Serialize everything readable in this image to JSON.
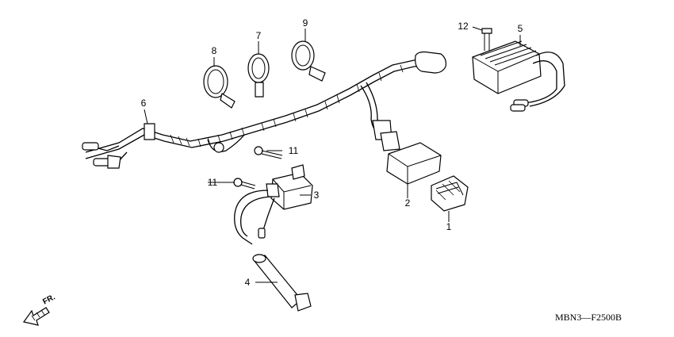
{
  "diagram": {
    "code": "MBN3—F2500B",
    "direction_label": "FR.",
    "callouts": {
      "c1": "1",
      "c2": "2",
      "c3": "3",
      "c4": "4",
      "c5": "5",
      "c6": "6",
      "c7": "7",
      "c8": "8",
      "c9": "9",
      "c11a": "11",
      "c11b": "11",
      "c12": "12"
    }
  }
}
